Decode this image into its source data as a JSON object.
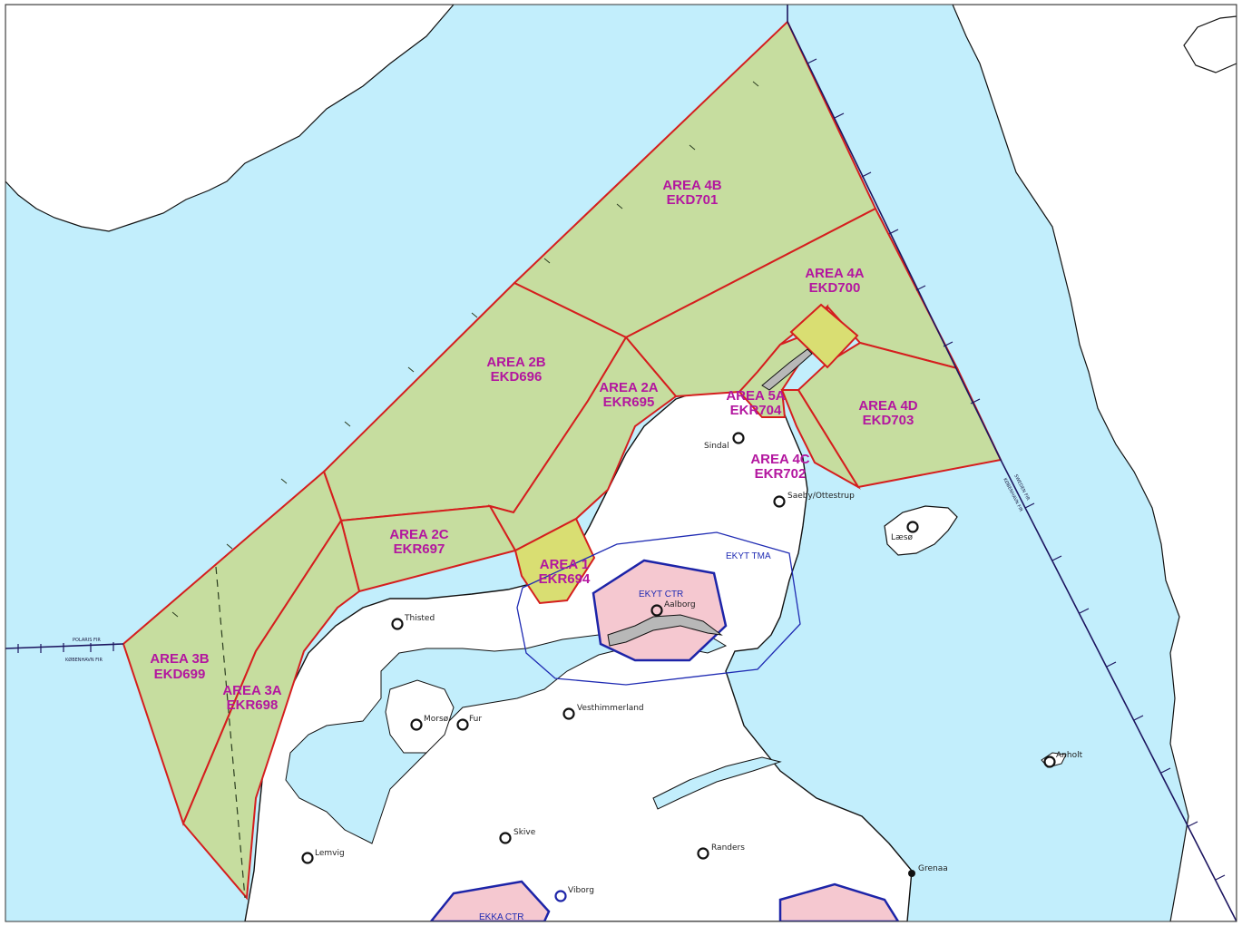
{
  "colors": {
    "sea": "#c2eefc",
    "land": "#ffffff",
    "danger_area": "#c6dd9f",
    "danger_border": "#d51e1e",
    "highlight_area": "#d9de72",
    "ctr_fill": "#f5c8d0",
    "ctr_border": "#1d24a8",
    "fir_line": "#1d1660",
    "label": "#b3169f"
  },
  "areas": [
    {
      "id": "area-4b",
      "name": "AREA 4B",
      "code": "EKD701"
    },
    {
      "id": "area-4a",
      "name": "AREA 4A",
      "code": "EKD700"
    },
    {
      "id": "area-2b",
      "name": "AREA 2B",
      "code": "EKD696"
    },
    {
      "id": "area-2a",
      "name": "AREA 2A",
      "code": "EKR695"
    },
    {
      "id": "area-5a",
      "name": "AREA 5A",
      "code": "EKR704"
    },
    {
      "id": "area-4d",
      "name": "AREA 4D",
      "code": "EKD703"
    },
    {
      "id": "area-4c",
      "name": "AREA 4C",
      "code": "EKR702"
    },
    {
      "id": "area-2c",
      "name": "AREA 2C",
      "code": "EKR697"
    },
    {
      "id": "area-1",
      "name": "AREA 1",
      "code": "EKR694"
    },
    {
      "id": "area-3b",
      "name": "AREA 3B",
      "code": "EKD699"
    },
    {
      "id": "area-3a",
      "name": "AREA 3A",
      "code": "EKR698"
    }
  ],
  "places": [
    {
      "id": "sindal",
      "name": "Sindal"
    },
    {
      "id": "saeby",
      "name": "Saeby/Ottestrup"
    },
    {
      "id": "laeso",
      "name": "Læsø"
    },
    {
      "id": "aalborg",
      "name": "Aalborg"
    },
    {
      "id": "thisted",
      "name": "Thisted"
    },
    {
      "id": "vesthimmerland",
      "name": "Vesthimmerland"
    },
    {
      "id": "morso",
      "name": "Morsø"
    },
    {
      "id": "fur",
      "name": "Fur"
    },
    {
      "id": "anholt",
      "name": "Anholt"
    },
    {
      "id": "skive",
      "name": "Skive"
    },
    {
      "id": "randers",
      "name": "Randers"
    },
    {
      "id": "lemvig",
      "name": "Lemvig"
    },
    {
      "id": "grenaa",
      "name": "Grenaa"
    },
    {
      "id": "viborg",
      "name": "Viborg"
    }
  ],
  "zones": {
    "ekyt_tma": "EKYT TMA",
    "ekyt_ctr": "EKYT CTR",
    "ekka_ctr": "EKKA CTR"
  },
  "fir": {
    "polaris": "POLARIS FIR",
    "kobenhavn": "KØBENHAVN FIR",
    "sweden": "SWEDEN FIR",
    "kobenhavn_east": "KØBENHAVN FIR"
  }
}
